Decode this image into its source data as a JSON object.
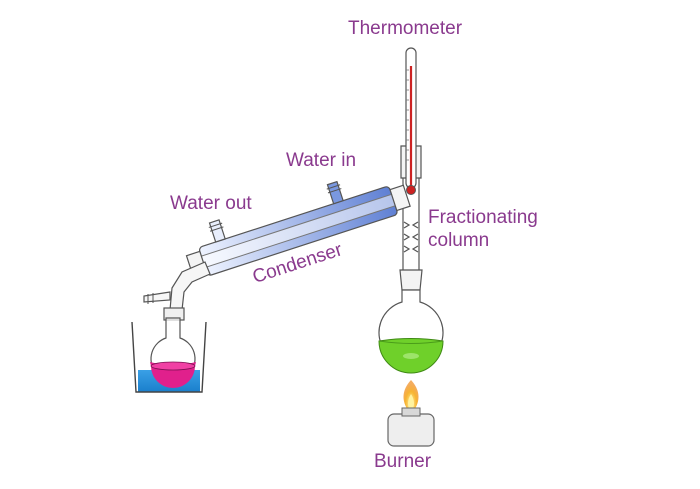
{
  "labels": {
    "thermometer": "Thermometer",
    "water_in": "Water in",
    "water_out": "Water out",
    "fractionating_column_line1": "Fractionating",
    "fractionating_column_line2": "column",
    "condenser": "Condenser",
    "burner": "Burner"
  },
  "colors": {
    "label_text": "#8a3a8e",
    "glass_outline": "#555555",
    "condenser_water": "#6f8fd8",
    "distillate_liquid": "#e0208c",
    "ice_bath": "#1f8fd6",
    "boiling_liquid": "#6fd02a",
    "thermometer_mercury": "#cc2222",
    "flame_outer": "#f6a623",
    "flame_inner": "#fff3a0"
  }
}
